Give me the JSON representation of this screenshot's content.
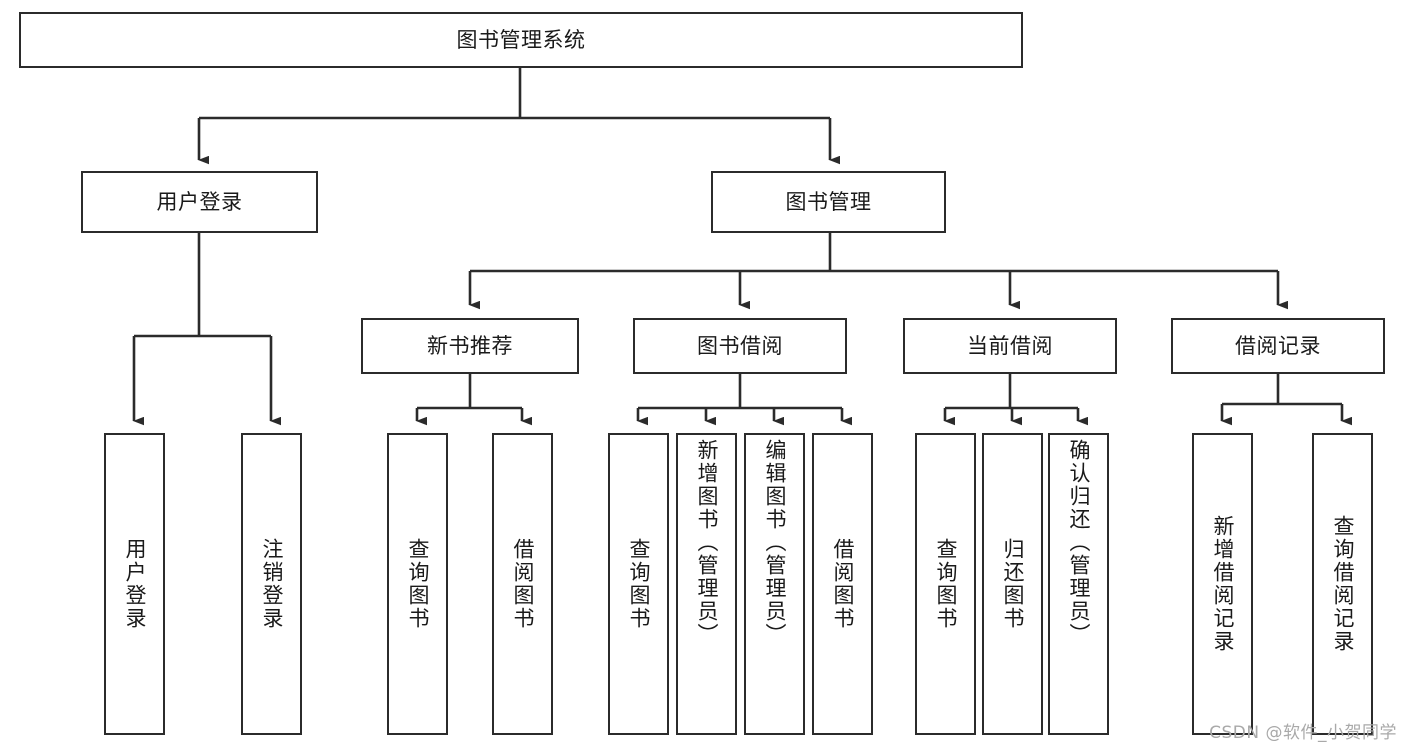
{
  "diagram": {
    "type": "tree-hierarchy-chart",
    "title": "图书管理系统",
    "stroke_color": "#2b2b2b",
    "fill_color": "#ffffff",
    "text_color": "#1a1a1a",
    "watermark": "CSDN @软件_小贺同学",
    "levels": {
      "root": {
        "label": "图书管理系统"
      },
      "level1": [
        {
          "label": "用户登录"
        },
        {
          "label": "图书管理"
        }
      ],
      "level2": [
        {
          "label": "新书推荐"
        },
        {
          "label": "图书借阅"
        },
        {
          "label": "当前借阅"
        },
        {
          "label": "借阅记录"
        }
      ],
      "leaves": {
        "user_login_children": [
          {
            "label": "用户登录"
          },
          {
            "label": "注销登录"
          }
        ],
        "new_book_children": [
          {
            "label": "查询图书"
          },
          {
            "label": "借阅图书"
          }
        ],
        "borrow_children": [
          {
            "label": "查询图书"
          },
          {
            "label": "新增图书（管理员）"
          },
          {
            "label": "编辑图书（管理员）"
          },
          {
            "label": "借阅图书"
          }
        ],
        "current_borrow_children": [
          {
            "label": "查询图书"
          },
          {
            "label": "归还图书"
          },
          {
            "label": "确认归还（管理员）"
          }
        ],
        "record_children": [
          {
            "label": "新增借阅记录"
          },
          {
            "label": "查询借阅记录"
          }
        ]
      }
    }
  }
}
